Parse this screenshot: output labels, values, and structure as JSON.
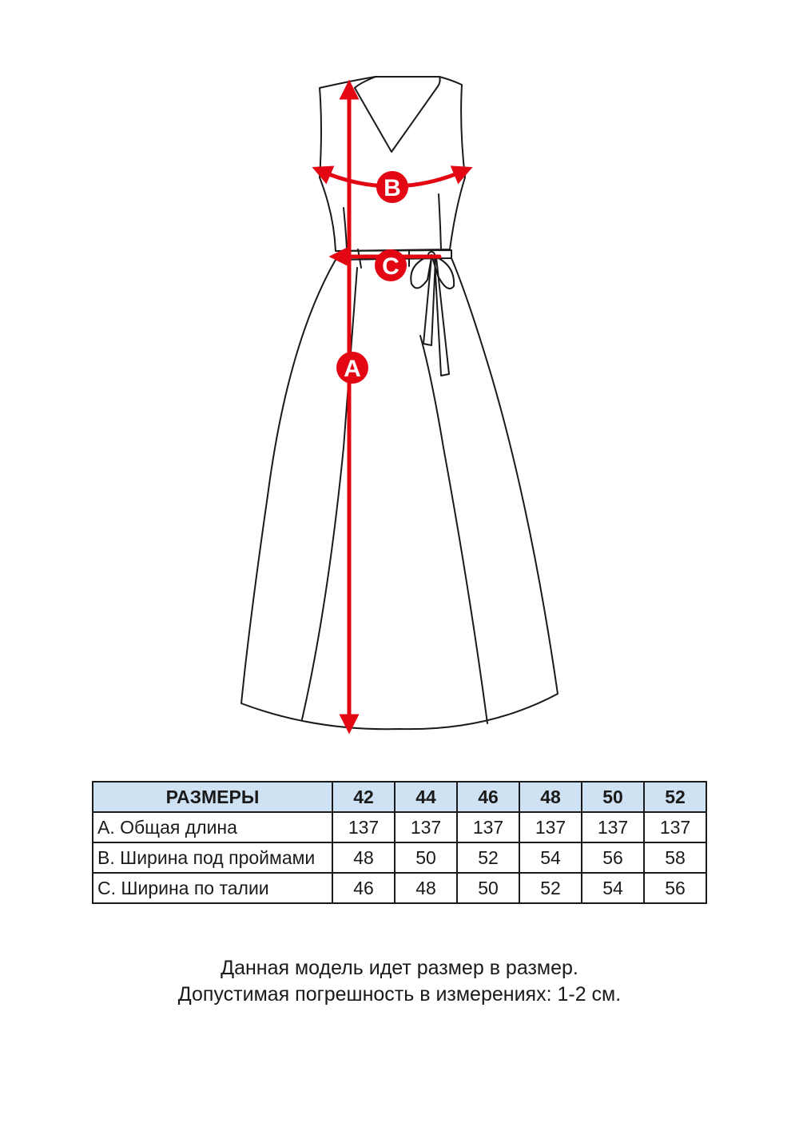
{
  "diagram": {
    "markers": [
      {
        "id": "A",
        "label": "A",
        "color": "#e30613"
      },
      {
        "id": "B",
        "label": "B",
        "color": "#e30613"
      },
      {
        "id": "C",
        "label": "C",
        "color": "#e30613"
      }
    ],
    "line_color": "#1a1a1a"
  },
  "table": {
    "header": {
      "label": "РАЗМЕРЫ",
      "sizes": [
        "42",
        "44",
        "46",
        "48",
        "50",
        "52"
      ]
    },
    "header_bg": "#cfe2f3",
    "rows": [
      {
        "name": "A. Общая длина",
        "values": [
          "137",
          "137",
          "137",
          "137",
          "137",
          "137"
        ]
      },
      {
        "name": "B. Ширина под проймами",
        "values": [
          "48",
          "50",
          "52",
          "54",
          "56",
          "58"
        ]
      },
      {
        "name": "C. Ширина по талии",
        "values": [
          "46",
          "48",
          "50",
          "52",
          "54",
          "56"
        ]
      }
    ]
  },
  "notes": {
    "line1": "Данная модель идет размер в размер.",
    "line2": "Допустимая погрешность в измерениях: 1-2 см."
  }
}
